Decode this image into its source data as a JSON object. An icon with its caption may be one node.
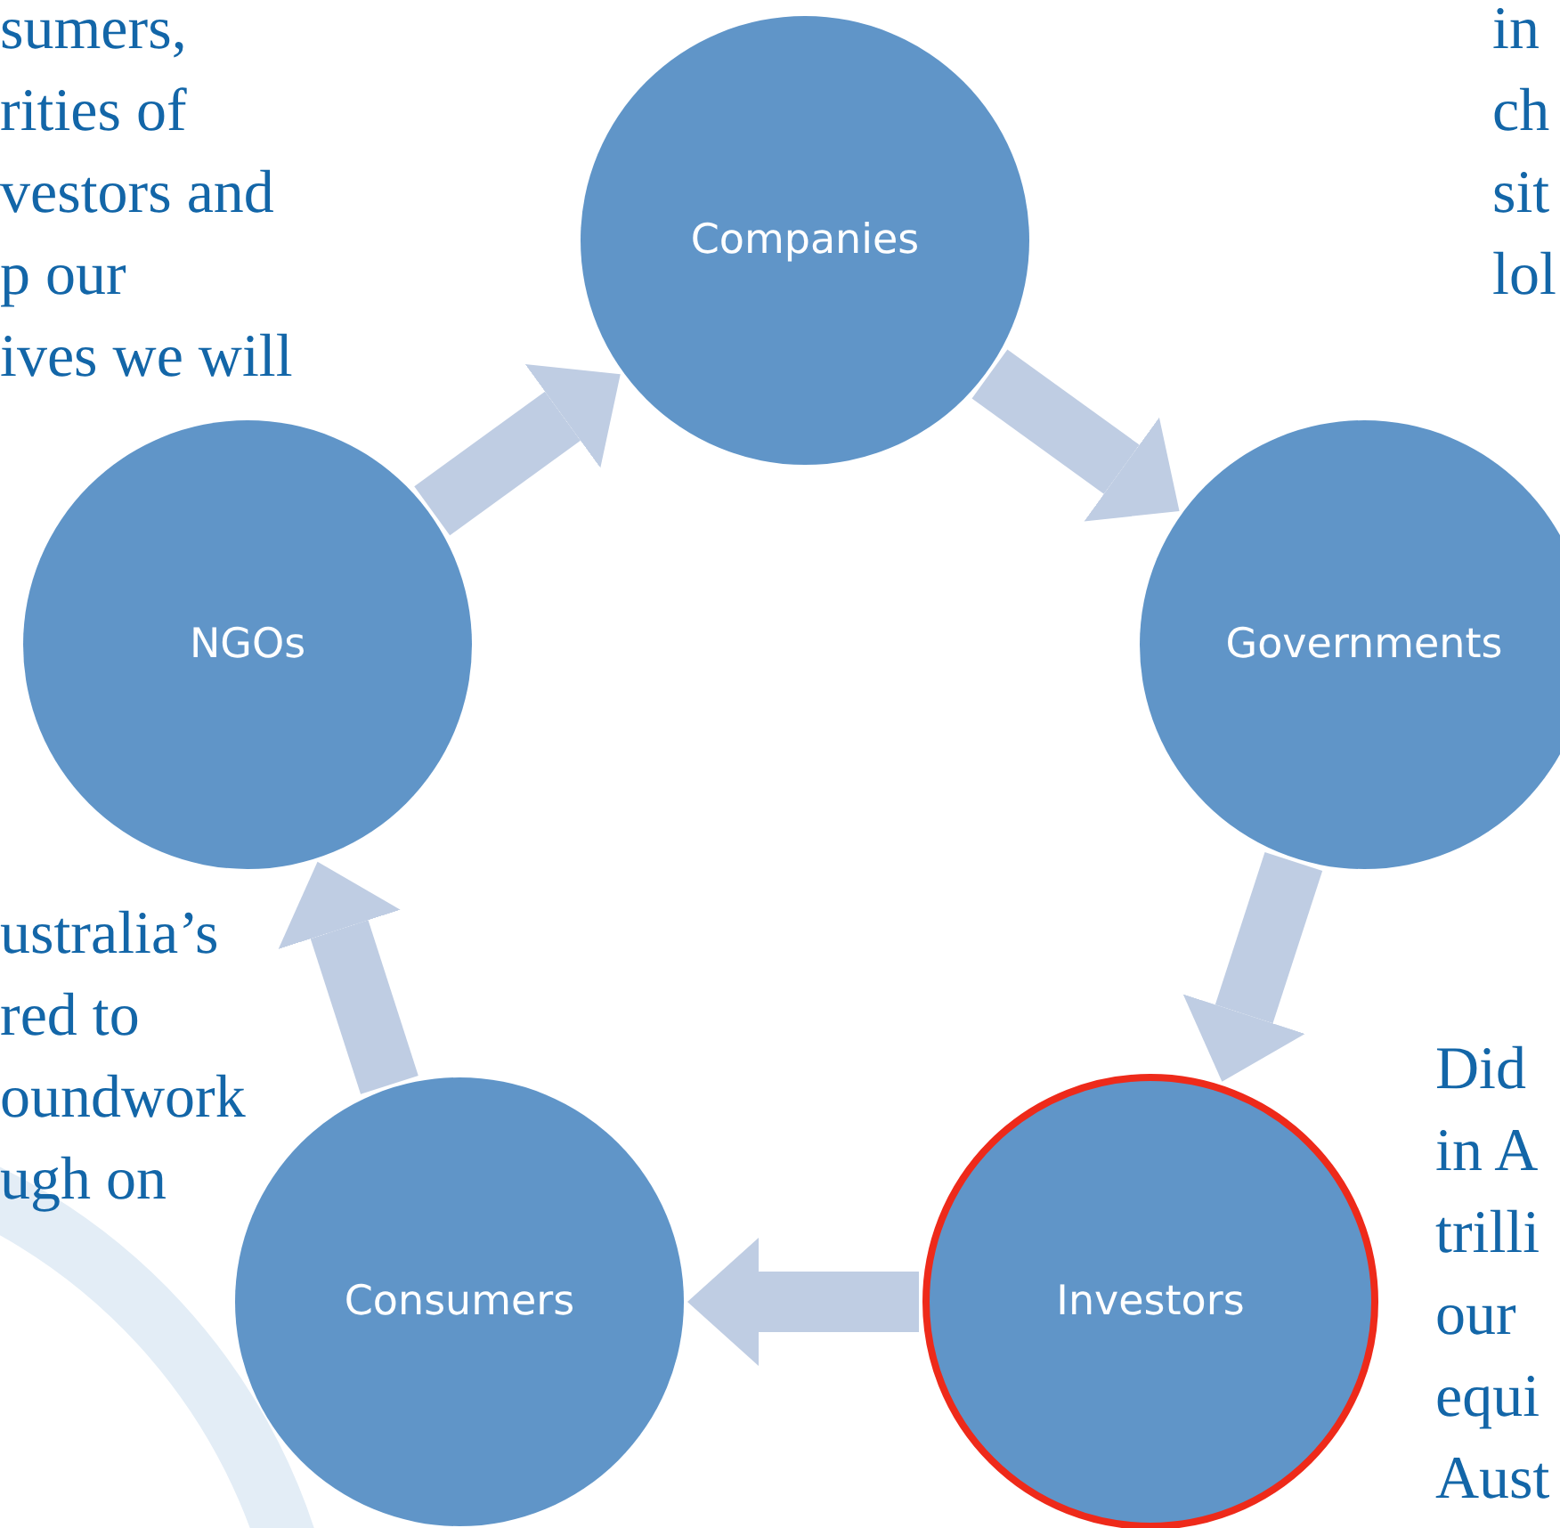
{
  "diagram": {
    "nodes": [
      {
        "text": [
          "Companies"
        ]
      },
      {
        "text": [
          "Governments"
        ]
      },
      {
        "text": [
          "Investors"
        ]
      },
      {
        "text": [
          "Consumers"
        ]
      },
      {
        "text": [
          "NGOs"
        ]
      }
    ],
    "edges": [
      {
        "from": 0,
        "to": 1,
        "arrow": "to"
      },
      {
        "from": 1,
        "to": 2,
        "arrow": "to"
      },
      {
        "from": 2,
        "to": 3,
        "arrow": "to"
      },
      {
        "from": 3,
        "to": 4,
        "arrow": "to"
      },
      {
        "from": 4,
        "to": 0,
        "arrow": "to"
      }
    ],
    "labels": [
      "sumers,",
      "rities of",
      "vestors and",
      "p our",
      "ives we will",
      "in",
      "ch",
      "sit",
      "lol",
      "ustralia’s",
      "red to",
      "oundwork",
      "ugh on",
      "Did",
      "in A",
      "trilli",
      "our",
      "equi",
      "Aust"
    ]
  }
}
